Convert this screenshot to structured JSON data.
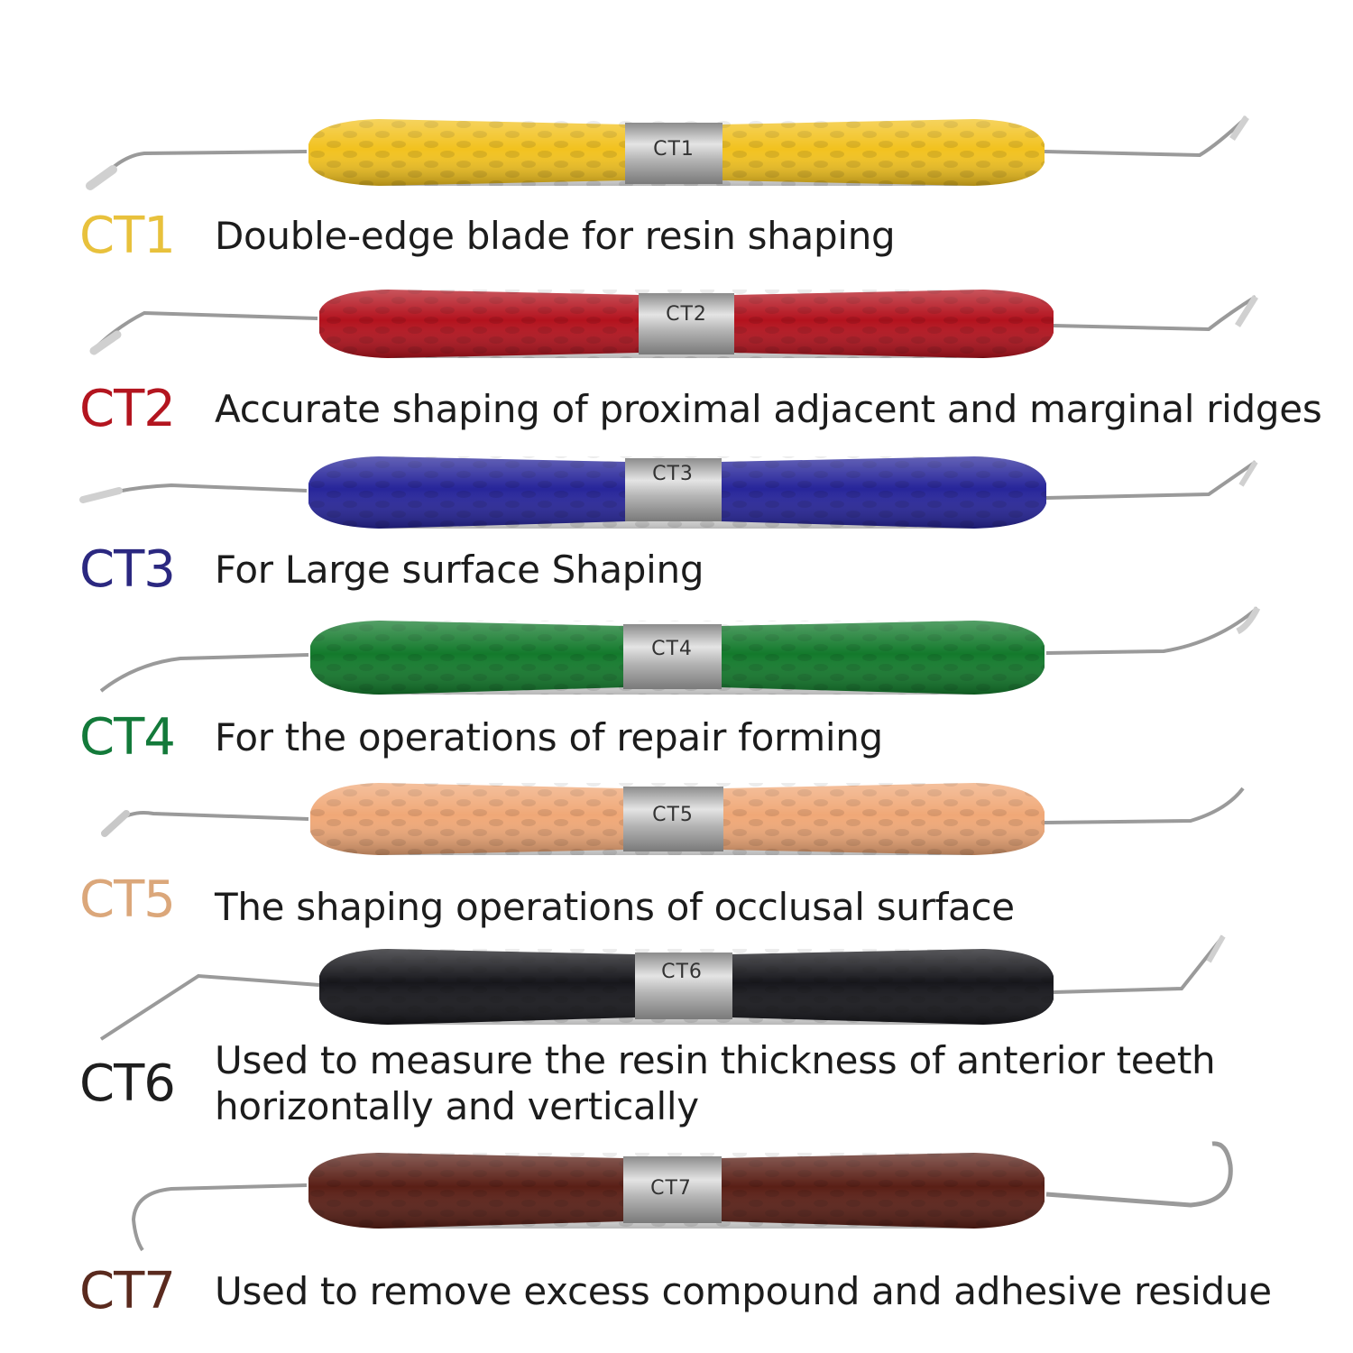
{
  "instruments": [
    {
      "code": "CT1",
      "band_label": "CT1",
      "description": "Double-edge blade for resin shaping",
      "handle_color": "#f2c21f",
      "code_color": "#e8c13c"
    },
    {
      "code": "CT2",
      "band_label": "CT2",
      "description": "Accurate shaping of proximal adjacent and marginal ridges",
      "handle_color": "#b3121d",
      "code_color": "#b3151f"
    },
    {
      "code": "CT3",
      "band_label": "CT3",
      "description": "For Large surface Shaping",
      "handle_color": "#27259a",
      "code_color": "#2b2880"
    },
    {
      "code": "CT4",
      "band_label": "CT4",
      "description": "For the operations of repair forming",
      "handle_color": "#137a2c",
      "code_color": "#137a3a"
    },
    {
      "code": "CT5",
      "band_label": "CT5",
      "description": "The shaping operations of occlusal surface",
      "handle_color": "#f0a877",
      "code_color": "#dba77a"
    },
    {
      "code": "CT6",
      "band_label": "CT6",
      "description": "Used to measure the resin thickness of anterior teeth horizontally and vertically",
      "handle_color": "#17171c",
      "code_color": "#1e1e1e"
    },
    {
      "code": "CT7",
      "band_label": "CT7",
      "description": "Used to remove excess compound and adhesive residue",
      "handle_color": "#5a1f16",
      "code_color": "#5a2a1e"
    }
  ]
}
